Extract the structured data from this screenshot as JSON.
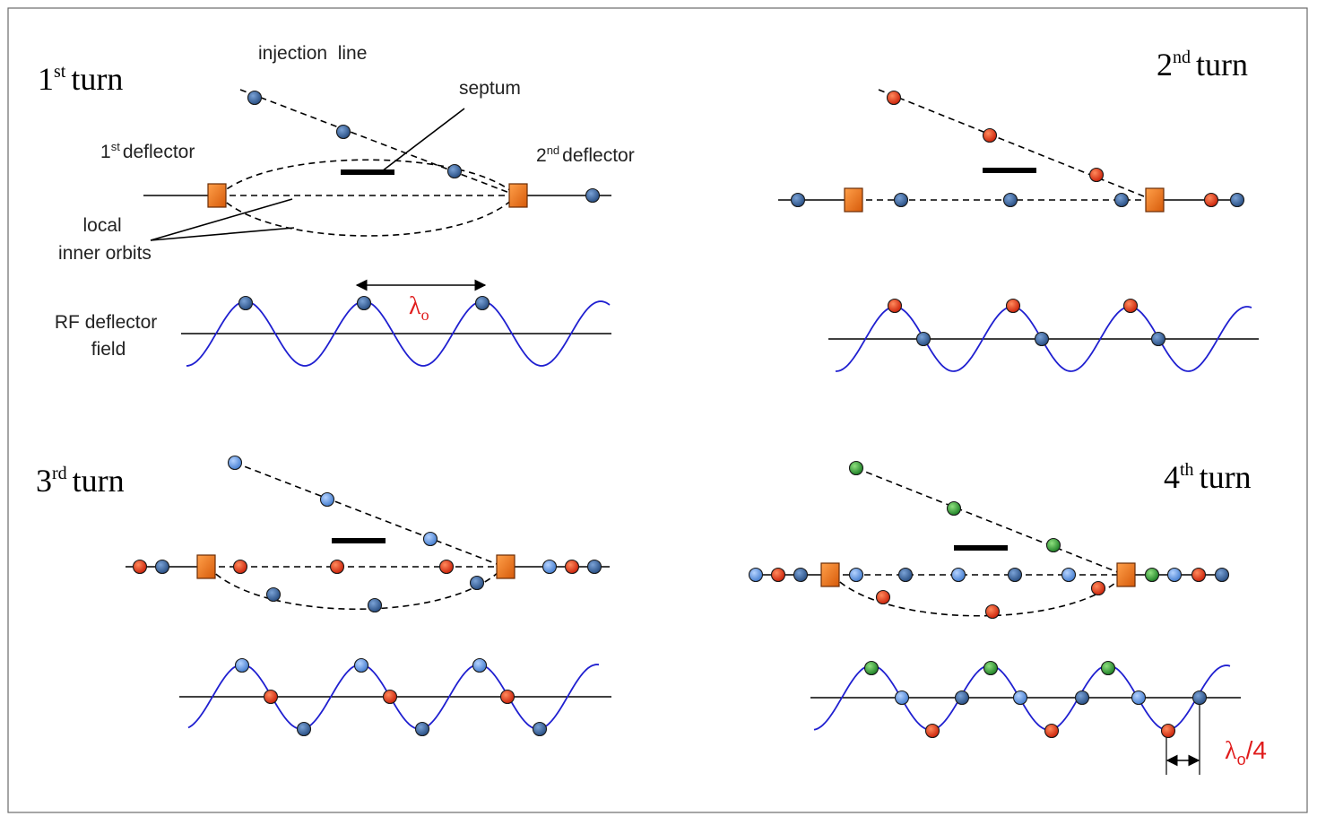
{
  "colors": {
    "wave": "#1f1fd0",
    "blue_dark": "#2f5690",
    "blue_light": "#5b93e0",
    "red": "#e0260c",
    "green": "#1f9a2a",
    "magnet": "#ec6f10",
    "lambda": "#e01c1c",
    "line": "#000000",
    "frame": "#6b6b6b"
  },
  "panels": [
    {
      "id": "turn1",
      "title": {
        "num": "1",
        "sup": "st",
        "word": "turn"
      },
      "labels": {
        "injection": "injection  line",
        "septum": "septum",
        "deflector1": {
          "num": "1",
          "sup": "st",
          "word": "deflector"
        },
        "deflector2": {
          "num": "2",
          "sup": "nd",
          "word": "deflector"
        },
        "orbits_line1": "local",
        "orbits_line2": "inner orbits",
        "rf_line1": "RF deflector",
        "rf_line2": "field",
        "lambda": "λ",
        "lambda_sub": "o"
      }
    },
    {
      "id": "turn2",
      "title": {
        "num": "2",
        "sup": "nd",
        "word": "turn"
      }
    },
    {
      "id": "turn3",
      "title": {
        "num": "3",
        "sup": "rd",
        "word": "turn"
      }
    },
    {
      "id": "turn4",
      "title": {
        "num": "4",
        "sup": "th",
        "word": "turn"
      },
      "labels": {
        "lambda": "λ",
        "lambda_sub": "o",
        "lambda_tail": "/4"
      }
    }
  ]
}
